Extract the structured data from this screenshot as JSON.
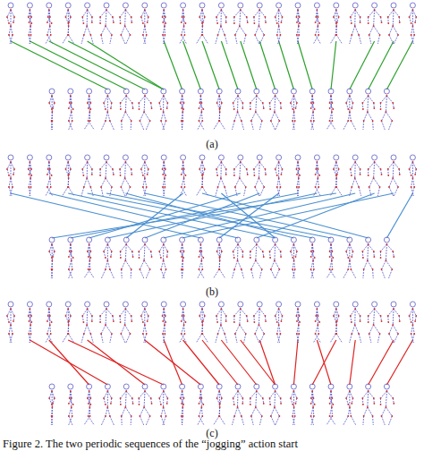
{
  "diagram": {
    "caption": "Figure 2. The two periodic sequences of the “jogging” action start",
    "labels": [
      "(a)",
      "(b)",
      "(c)"
    ]
  }
}
